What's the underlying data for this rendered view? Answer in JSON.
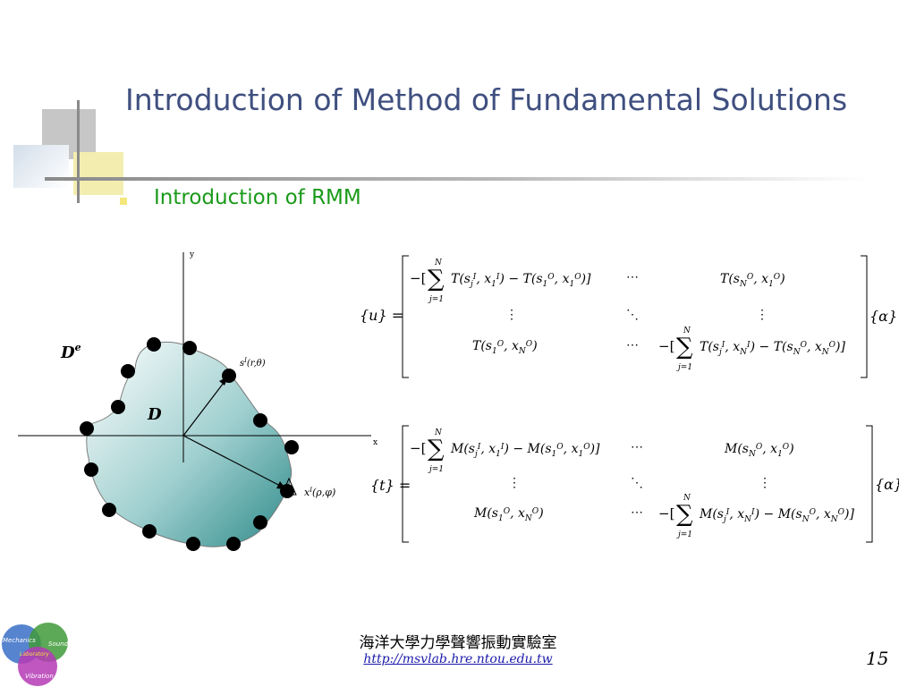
{
  "slide": {
    "title": "Introduction of Method of Fundamental Solutions",
    "bullet": "Introduction of RMM",
    "page_number": "15"
  },
  "diagram": {
    "axis_x_label": "x",
    "axis_y_label": "y",
    "exterior_label": "D",
    "exterior_sup": "e",
    "interior_label": "D",
    "source_point_label": "s",
    "source_point_sup": "I",
    "source_point_args": "(r,θ)",
    "field_point_label": "x",
    "field_point_sup": "I",
    "field_point_args": "(ρ,φ)"
  },
  "equations": {
    "u_lhs": "{u} =",
    "t_lhs": "{t} =",
    "alpha": "{α}",
    "sum_top": "N",
    "sum_bottom": "j=1",
    "kernel_T": "T",
    "kernel_M": "M",
    "dots_h": "⋯",
    "dots_v": "⋮",
    "dots_d": "⋱"
  },
  "footer": {
    "org": "海洋大學力學聲響振動實驗室",
    "url": "http://msvlab.hre.ntou.edu.tw"
  },
  "logo": {
    "circle1": "Mechanics",
    "circle2": "Sound",
    "circle3": "Vibration",
    "overlap": "Laboratory"
  },
  "colors": {
    "title": "#3f4f7f",
    "bullet_text": "#1a9a1a",
    "domain_fill": "#3a9a9a",
    "url": "#1a1aaa"
  }
}
